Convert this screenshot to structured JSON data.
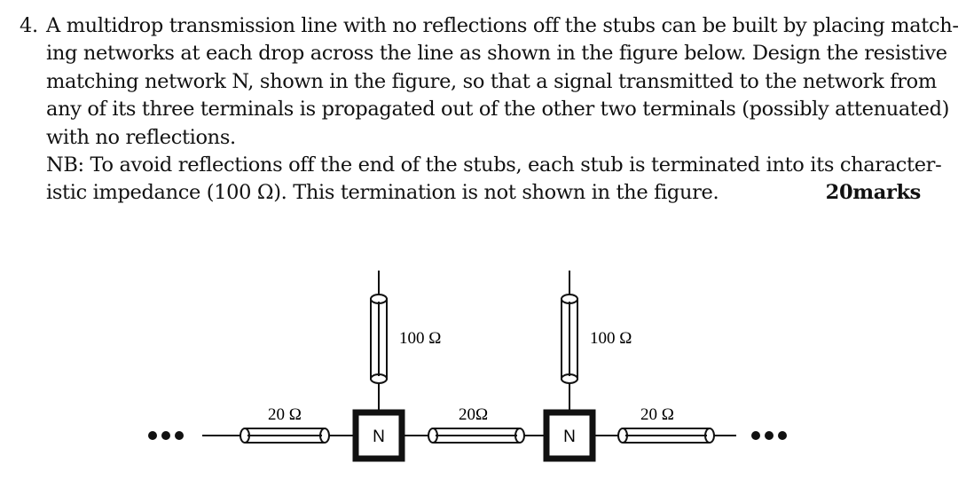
{
  "question": {
    "number": "4.",
    "lines": [
      "A multidrop transmission line with no reflections off the stubs can be built by placing match-",
      "ing networks at each drop across the line as shown in the figure below. Design the resistive",
      "matching network N, shown in the figure, so that a signal transmitted to the network from",
      "any of its three terminals is propagated out of the other two terminals (possibly attenuated)",
      "with no reflections."
    ],
    "note_lines": [
      "NB: To avoid reflections off the end of the stubs, each stub is terminated into its character-",
      "istic impedance (100 Ω). This termination is not shown in the figure."
    ],
    "marks": "20marks"
  },
  "figure": {
    "line_segment_labels": [
      "20 Ω",
      "20Ω",
      "20 Ω"
    ],
    "stub_labels": [
      "100 Ω",
      "100 Ω"
    ],
    "network_labels": [
      "N",
      "N"
    ],
    "continuation_dots": [
      "•••",
      "•••"
    ]
  }
}
